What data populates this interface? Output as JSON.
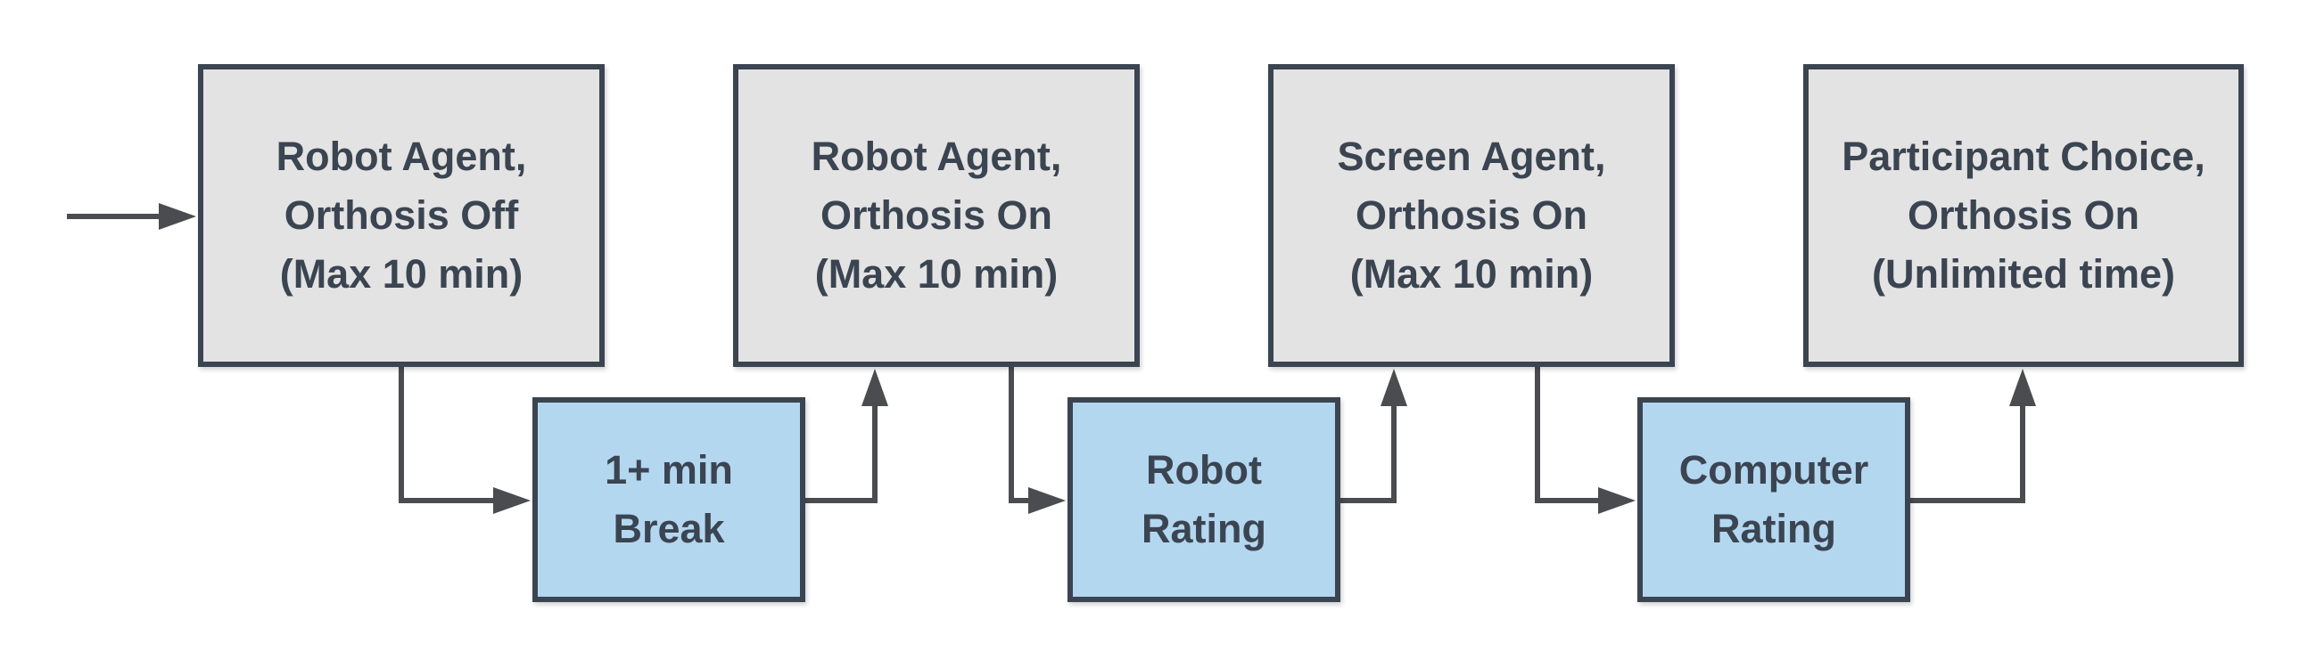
{
  "diagram": {
    "stages": [
      {
        "lines": [
          "Robot Agent,",
          "Orthosis Off",
          "(Max 10 min)"
        ]
      },
      {
        "lines": [
          "Robot Agent,",
          "Orthosis On",
          "(Max 10 min)"
        ]
      },
      {
        "lines": [
          "Screen Agent,",
          "Orthosis On",
          "(Max 10 min)"
        ]
      },
      {
        "lines": [
          "Participant Choice,",
          "Orthosis On",
          "(Unlimited time)"
        ]
      }
    ],
    "transitions": [
      {
        "lines": [
          "1+ min",
          "Break"
        ]
      },
      {
        "lines": [
          "Robot",
          "Rating"
        ]
      },
      {
        "lines": [
          "Computer",
          "Rating"
        ]
      }
    ],
    "colors": {
      "stage_fill": "#e3e3e3",
      "transition_fill": "#b4d7f0",
      "border": "#3b4451",
      "arrow": "#4a4c50"
    }
  }
}
